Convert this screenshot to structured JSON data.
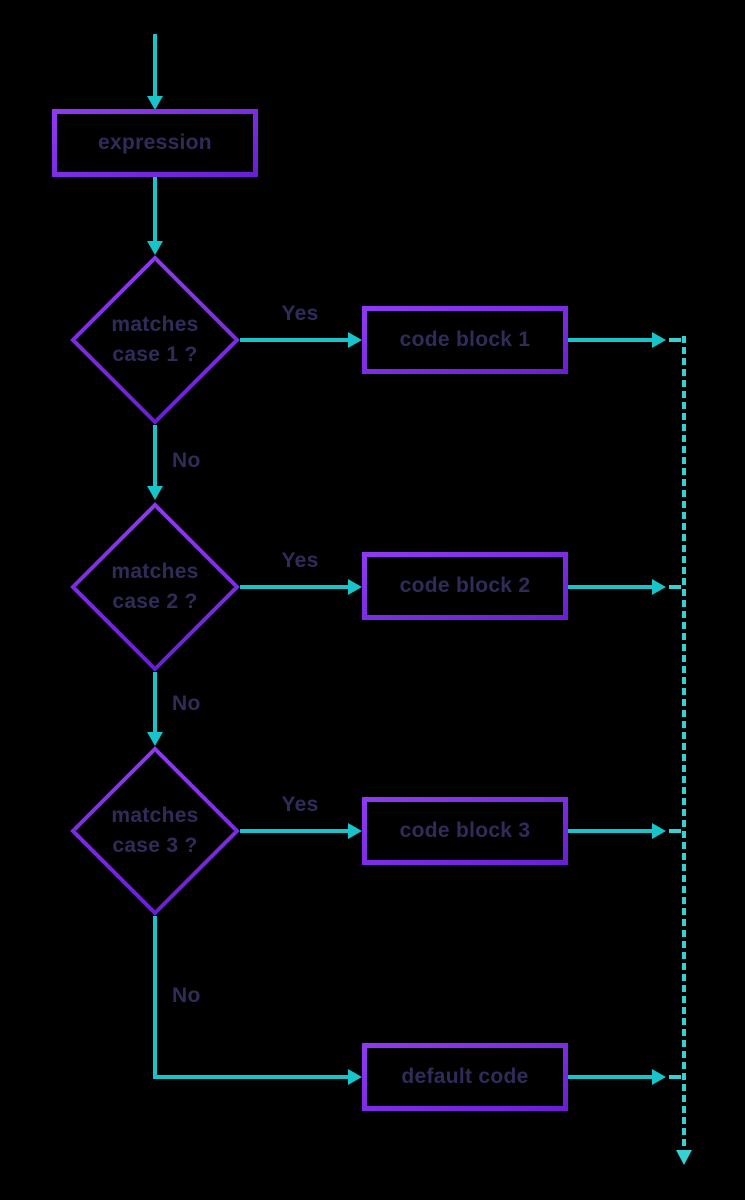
{
  "colors": {
    "background": "#000000",
    "purple_light": "#8f3af2",
    "purple_dark": "#6a1fd6",
    "arrow_teal": "#16c4c9",
    "dash_teal": "#36d1d3",
    "text_navy": "#302c5a"
  },
  "flowchart": {
    "type": "flowchart",
    "start": {
      "label": "expression"
    },
    "rows": [
      {
        "decision": "matches\ncase 1 ?",
        "yes": "Yes",
        "no": "No",
        "block": "code block 1"
      },
      {
        "decision": "matches\ncase 2 ?",
        "yes": "Yes",
        "no": "No",
        "block": "code block 2"
      },
      {
        "decision": "matches\ncase 3 ?",
        "yes": "Yes",
        "no": "No",
        "block": "code block 3"
      }
    ],
    "default_block": {
      "label": "default code"
    }
  }
}
